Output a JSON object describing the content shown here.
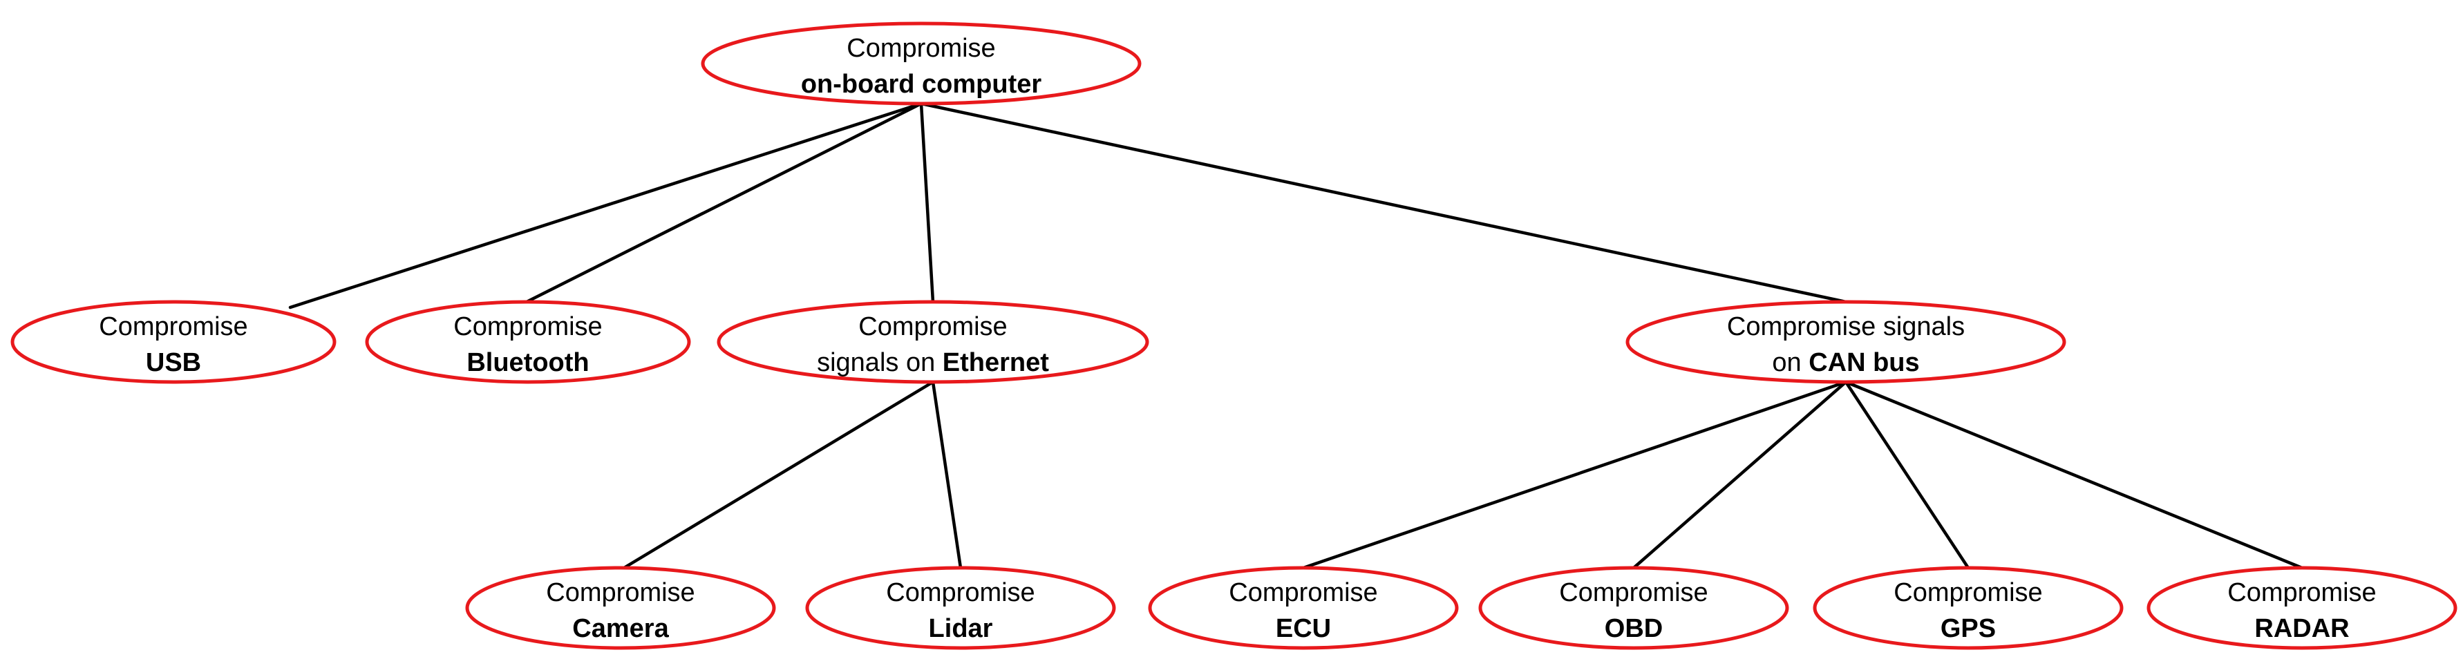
{
  "colors": {
    "node_outline": "#e8191c",
    "edge": "#000000",
    "text": "#000000",
    "background": "#ffffff"
  },
  "nodes": [
    {
      "id": "onboard",
      "line1": "Compromise",
      "line2_pre": "",
      "line2_bold": "on-board computer"
    },
    {
      "id": "usb",
      "line1": "Compromise",
      "line2_pre": "",
      "line2_bold": "USB"
    },
    {
      "id": "bluetooth",
      "line1": "Compromise",
      "line2_pre": "",
      "line2_bold": "Bluetooth"
    },
    {
      "id": "ethernet",
      "line1": "Compromise",
      "line2_pre": "signals on ",
      "line2_bold": "Ethernet"
    },
    {
      "id": "canbus",
      "line1": "Compromise signals",
      "line2_pre": "on ",
      "line2_bold": "CAN bus"
    },
    {
      "id": "camera",
      "line1": "Compromise",
      "line2_pre": "",
      "line2_bold": "Camera"
    },
    {
      "id": "lidar",
      "line1": "Compromise",
      "line2_pre": "",
      "line2_bold": "Lidar"
    },
    {
      "id": "ecu",
      "line1": "Compromise",
      "line2_pre": "",
      "line2_bold": "ECU"
    },
    {
      "id": "obd",
      "line1": "Compromise",
      "line2_pre": "",
      "line2_bold": "OBD"
    },
    {
      "id": "gps",
      "line1": "Compromise",
      "line2_pre": "",
      "line2_bold": "GPS"
    },
    {
      "id": "radar",
      "line1": "Compromise",
      "line2_pre": "",
      "line2_bold": "RADAR"
    }
  ],
  "edges": [
    {
      "from": "onboard",
      "to": "usb"
    },
    {
      "from": "onboard",
      "to": "bluetooth"
    },
    {
      "from": "onboard",
      "to": "ethernet"
    },
    {
      "from": "onboard",
      "to": "canbus"
    },
    {
      "from": "ethernet",
      "to": "camera"
    },
    {
      "from": "ethernet",
      "to": "lidar"
    },
    {
      "from": "canbus",
      "to": "ecu"
    },
    {
      "from": "canbus",
      "to": "obd"
    },
    {
      "from": "canbus",
      "to": "gps"
    },
    {
      "from": "canbus",
      "to": "radar"
    }
  ]
}
